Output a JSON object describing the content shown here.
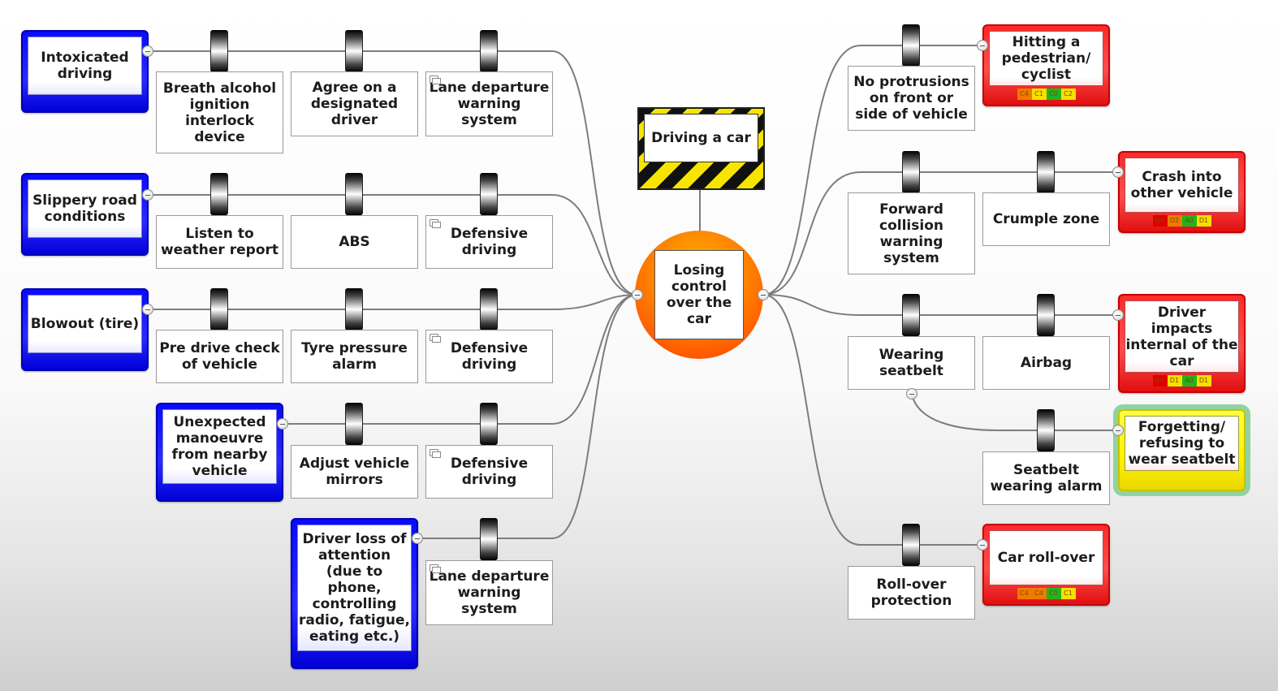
{
  "hazard": {
    "label": "Driving a car"
  },
  "top_event": {
    "label": "Losing control over the car"
  },
  "threats": [
    {
      "label": "Intoxicated\ndriving",
      "barriers": [
        "Breath alcohol\nignition\ninterlock\ndevice",
        "Agree on a\ndesignated\ndriver",
        "Lane departure\nwarning\nsystem"
      ],
      "doc_icons": [
        false,
        false,
        true
      ]
    },
    {
      "label": "Slippery road\nconditions",
      "barriers": [
        "Listen to\nweather report",
        "ABS",
        "Defensive\ndriving"
      ],
      "doc_icons": [
        false,
        false,
        true
      ]
    },
    {
      "label": "Blowout (tire)",
      "barriers": [
        "Pre drive check\nof vehicle",
        "Tyre pressure\nalarm",
        "Defensive\ndriving"
      ],
      "doc_icons": [
        false,
        false,
        true
      ]
    },
    {
      "label": "Unexpected\nmanoeuvre\nfrom nearby\nvehicle",
      "barriers": [
        "Adjust vehicle\nmirrors",
        "Defensive\ndriving"
      ],
      "doc_icons": [
        false,
        true
      ]
    },
    {
      "label": "Driver loss of\nattention\n(due to\nphone,\ncontrolling\nradio, fatigue,\neating etc.)",
      "barriers": [
        "Lane departure\nwarning\nsystem"
      ],
      "doc_icons": [
        true
      ]
    }
  ],
  "consequences": [
    {
      "label": "Hitting a\npedestrian/\ncyclist",
      "color": "red",
      "barriers": [
        "No protrusions\non front or\nside of vehicle"
      ],
      "risk": [
        {
          "code": "C4",
          "color": "#f07a00"
        },
        {
          "code": "C1",
          "color": "#f5e000"
        },
        {
          "code": "C0",
          "color": "#1fb51f"
        },
        {
          "code": "C2",
          "color": "#f5e000"
        }
      ]
    },
    {
      "label": "Crash into\nother vehicle",
      "color": "red",
      "barriers": [
        "Forward\ncollision\nwarning\nsystem",
        "Crumple zone"
      ],
      "risk": [
        {
          "code": "D4",
          "color": "#e00000"
        },
        {
          "code": "D2",
          "color": "#f07a00"
        },
        {
          "code": "A0",
          "color": "#1fb51f"
        },
        {
          "code": "D1",
          "color": "#f5e000"
        }
      ]
    },
    {
      "label": "Driver\nimpacts\ninternal of the\ncar",
      "color": "red",
      "barriers": [
        "Wearing\nseatbelt",
        "Airbag"
      ],
      "risk": [
        {
          "code": "D4",
          "color": "#e00000"
        },
        {
          "code": "D1",
          "color": "#f5e000"
        },
        {
          "code": "A0",
          "color": "#1fb51f"
        },
        {
          "code": "D1",
          "color": "#f5e000"
        }
      ]
    },
    {
      "label": "Forgetting/\nrefusing to\nwear seatbelt",
      "color": "yellow",
      "barriers": [
        "Seatbelt\nwearing alarm"
      ],
      "risk": []
    },
    {
      "label": "Car roll-over",
      "color": "red",
      "barriers": [
        "Roll-over\nprotection"
      ],
      "risk": [
        {
          "code": "C4",
          "color": "#f07a00"
        },
        {
          "code": "C4",
          "color": "#f07a00"
        },
        {
          "code": "C0",
          "color": "#1fb51f"
        },
        {
          "code": "C1",
          "color": "#f5e000"
        }
      ]
    }
  ],
  "colors": {
    "threat": "#1414ff",
    "consequence": "#ff2020",
    "escalation": "#fff000",
    "top_event": "#ff6a00",
    "hazard_stripe_a": "#111111",
    "hazard_stripe_b": "#f5e500"
  }
}
